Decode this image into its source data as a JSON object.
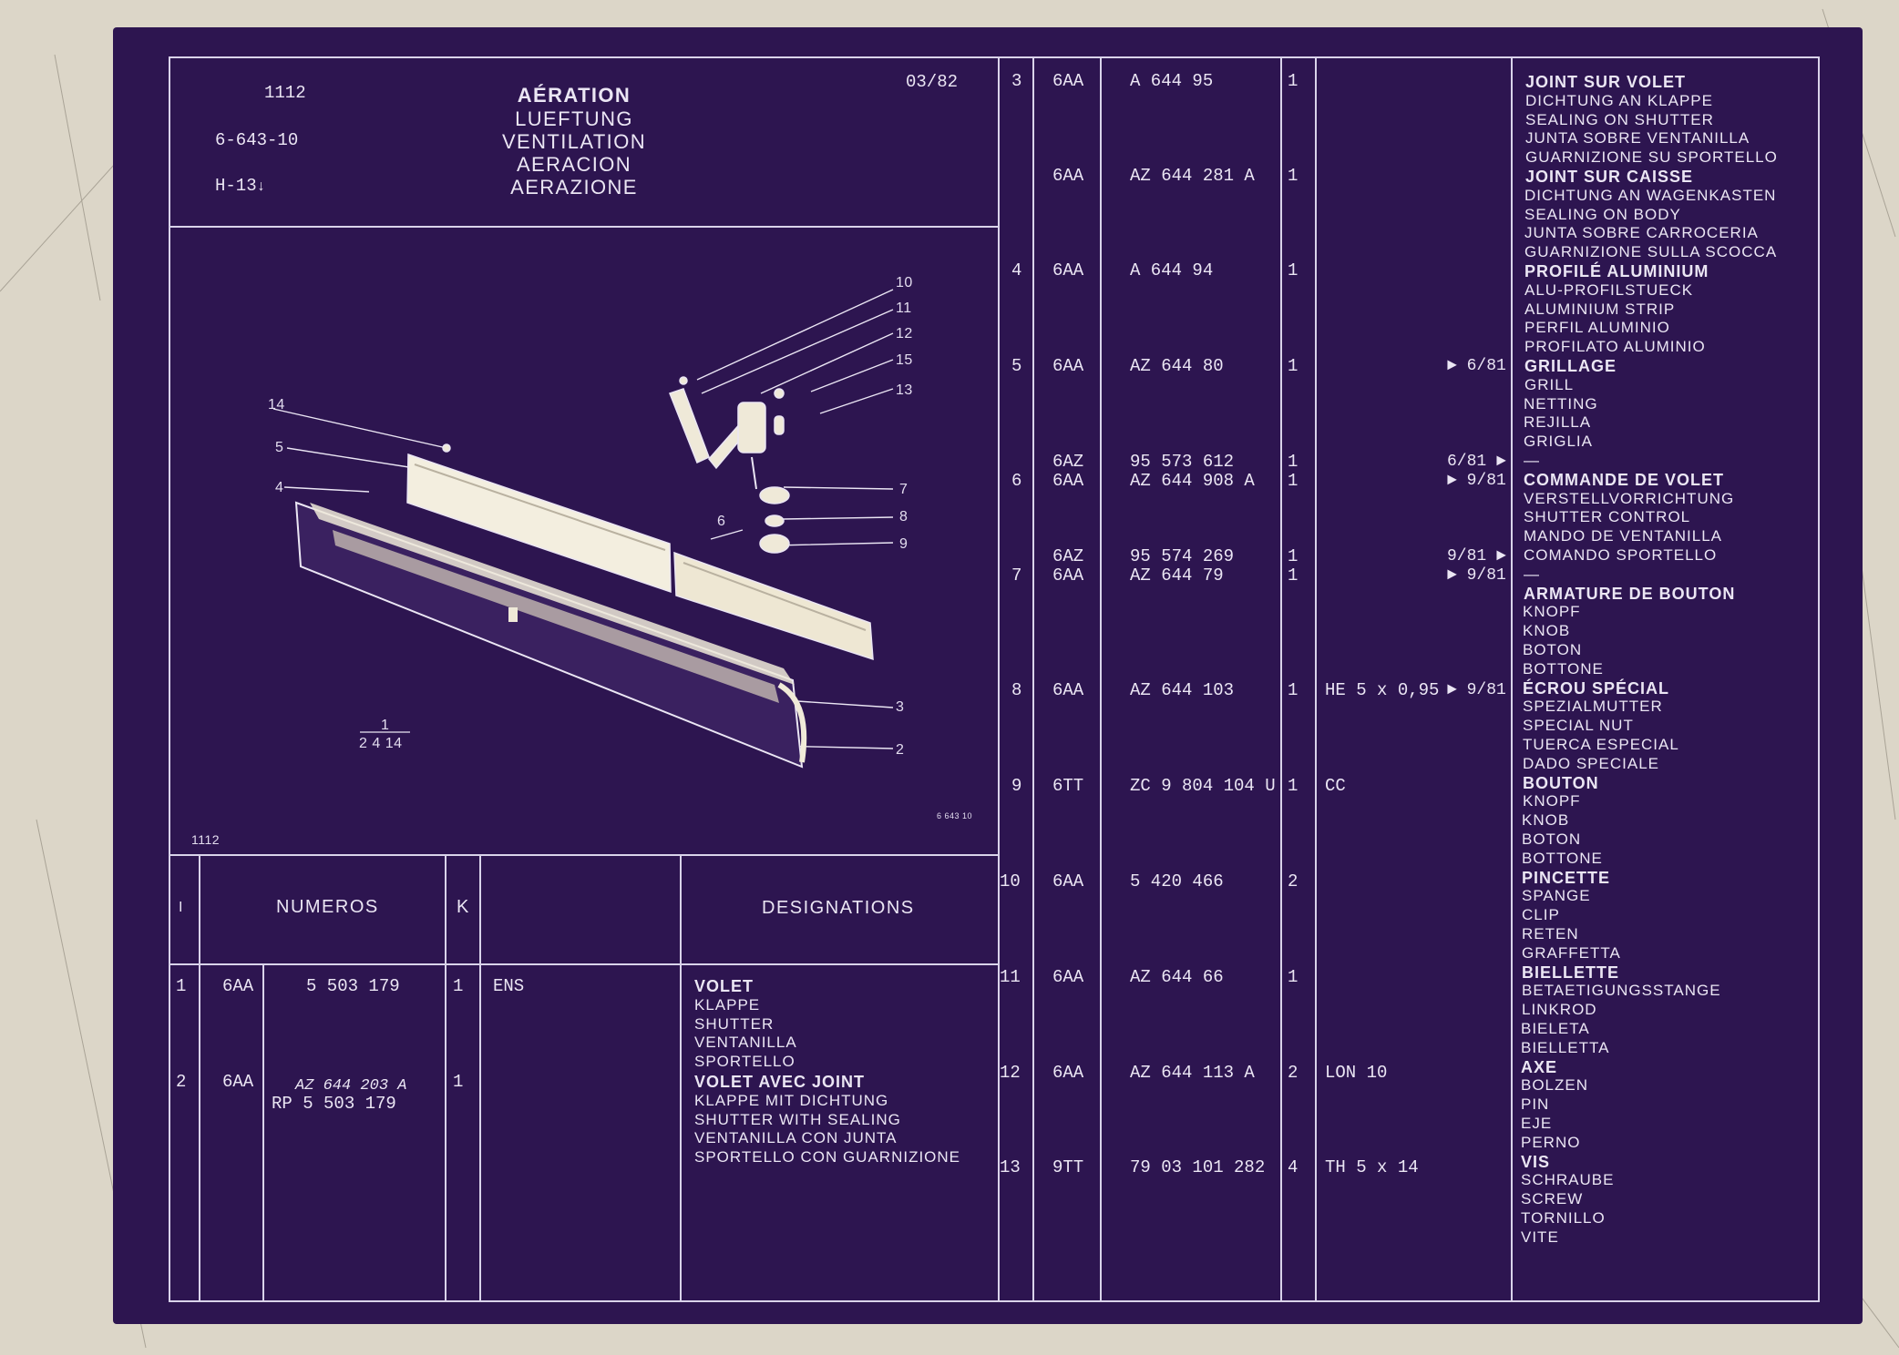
{
  "header": {
    "model": "1112",
    "plate": "6-643-10",
    "ref": "H-13",
    "date": "03/82",
    "titles": [
      "AÉRATION",
      "LUEFTUNG",
      "VENTILATION",
      "AERACION",
      "AERAZIONE"
    ]
  },
  "diagram": {
    "callouts": [
      "10",
      "11",
      "12",
      "15",
      "13",
      "14",
      "5",
      "4",
      "7",
      "8",
      "6",
      "9",
      "3",
      "2"
    ],
    "fraction_num": "1",
    "fraction_den": "2 4 14",
    "footer_model": "1112",
    "plate_ref": "6 643 10"
  },
  "table_header": {
    "col_i": "I",
    "col_numeros": "NUMEROS",
    "col_k": "K",
    "col_designations": "DESIGNATIONS"
  },
  "left_rows": [
    {
      "item": "1",
      "code": "6AA",
      "number": "5 503 179",
      "number2": "",
      "qty": "1",
      "note": "ENS",
      "desc": [
        "VOLET",
        "KLAPPE",
        "SHUTTER",
        "VENTANILLA",
        "SPORTELLO"
      ]
    },
    {
      "item": "2",
      "code": "6AA",
      "number": "AZ 644 203 A",
      "number2": "RP 5 503 179",
      "qty": "1",
      "note": "",
      "desc": [
        "VOLET AVEC JOINT",
        "KLAPPE MIT DICHTUNG",
        "SHUTTER WITH SEALING",
        "VENTANILLA CON JUNTA",
        "SPORTELLO CON GUARNIZIONE"
      ]
    }
  ],
  "right_rows": [
    {
      "item": "3",
      "lines": [
        {
          "code": "6AA",
          "number": "A 644 95",
          "qty": "1",
          "note": "",
          "date": ""
        }
      ]
    },
    {
      "item": "",
      "lines": [
        {
          "code": "6AA",
          "number": "AZ 644 281 A",
          "qty": "1",
          "note": "",
          "date": ""
        }
      ]
    },
    {
      "item": "4",
      "lines": [
        {
          "code": "6AA",
          "number": "A 644 94",
          "qty": "1",
          "note": "",
          "date": ""
        }
      ]
    },
    {
      "item": "5",
      "lines": [
        {
          "code": "6AA",
          "number": "AZ 644 80",
          "qty": "1",
          "note": "",
          "date": "► 6/81"
        }
      ]
    },
    {
      "item": "6",
      "lines": [
        {
          "code": "6AZ",
          "number": "95 573 612",
          "qty": "1",
          "note": "",
          "date": "6/81 ►"
        },
        {
          "code": "6AA",
          "number": "AZ 644 908 A",
          "qty": "1",
          "note": "",
          "date": "► 9/81"
        }
      ]
    },
    {
      "item": "7",
      "lines": [
        {
          "code": "6AZ",
          "number": "95 574 269",
          "qty": "1",
          "note": "",
          "date": "9/81 ►"
        },
        {
          "code": "6AA",
          "number": "AZ 644 79",
          "qty": "1",
          "note": "",
          "date": "► 9/81"
        }
      ]
    },
    {
      "item": "8",
      "lines": [
        {
          "code": "6AA",
          "number": "AZ 644 103",
          "qty": "1",
          "note": "HE 5 x 0,95",
          "date": "► 9/81"
        }
      ]
    },
    {
      "item": "9",
      "lines": [
        {
          "code": "6TT",
          "number": "ZC 9 804 104 U",
          "qty": "1",
          "note": "CC",
          "date": ""
        }
      ]
    },
    {
      "item": "10",
      "lines": [
        {
          "code": "6AA",
          "number": "5 420 466",
          "qty": "2",
          "note": "",
          "date": ""
        }
      ]
    },
    {
      "item": "11",
      "lines": [
        {
          "code": "6AA",
          "number": "AZ 644 66",
          "qty": "1",
          "note": "",
          "date": ""
        }
      ]
    },
    {
      "item": "12",
      "lines": [
        {
          "code": "6AA",
          "number": "AZ 644 113 A",
          "qty": "2",
          "note": "LON 10",
          "date": ""
        }
      ]
    },
    {
      "item": "13",
      "lines": [
        {
          "code": "9TT",
          "number": "79 03 101 282",
          "qty": "4",
          "note": "TH 5 x 14",
          "date": ""
        }
      ]
    }
  ],
  "right_desc": [
    {
      "t": "JOINT SUR VOLET",
      "h": true
    },
    {
      "t": "DICHTUNG AN KLAPPE"
    },
    {
      "t": "SEALING ON SHUTTER"
    },
    {
      "t": "JUNTA SOBRE VENTANILLA"
    },
    {
      "t": "GUARNIZIONE SU SPORTELLO"
    },
    {
      "t": "JOINT SUR CAISSE",
      "h": true
    },
    {
      "t": "DICHTUNG AN WAGENKASTEN"
    },
    {
      "t": "SEALING ON BODY"
    },
    {
      "t": "JUNTA SOBRE CARROCERIA"
    },
    {
      "t": "GUARNIZIONE SULLA SCOCCA"
    },
    {
      "t": "PROFILÉ ALUMINIUM",
      "h": true
    },
    {
      "t": "ALU-PROFILSTUECK"
    },
    {
      "t": "ALUMINIUM STRIP"
    },
    {
      "t": "PERFIL ALUMINIO"
    },
    {
      "t": "PROFILATO ALUMINIO"
    },
    {
      "t": "GRILLAGE",
      "h": true
    },
    {
      "t": "GRILL"
    },
    {
      "t": "NETTING"
    },
    {
      "t": "REJILLA"
    },
    {
      "t": "GRIGLIA"
    },
    {
      "t": "—"
    },
    {
      "t": "COMMANDE DE VOLET",
      "h": true
    },
    {
      "t": "VERSTELLVORRICHTUNG"
    },
    {
      "t": "SHUTTER CONTROL"
    },
    {
      "t": "MANDO DE VENTANILLA"
    },
    {
      "t": "COMANDO SPORTELLO"
    },
    {
      "t": "—"
    },
    {
      "t": "ARMATURE DE BOUTON",
      "h": true
    },
    {
      "t": "KNOPF"
    },
    {
      "t": "KNOB"
    },
    {
      "t": "BOTON"
    },
    {
      "t": "BOTTONE"
    },
    {
      "t": "ÉCROU SPÉCIAL",
      "h": true
    },
    {
      "t": "SPEZIALMUTTER"
    },
    {
      "t": "SPECIAL NUT"
    },
    {
      "t": "TUERCA ESPECIAL"
    },
    {
      "t": "DADO SPECIALE"
    },
    {
      "t": "BOUTON",
      "h": true
    },
    {
      "t": "KNOPF"
    },
    {
      "t": "KNOB"
    },
    {
      "t": "BOTON"
    },
    {
      "t": "BOTTONE"
    },
    {
      "t": "PINCETTE",
      "h": true
    },
    {
      "t": "SPANGE"
    },
    {
      "t": "CLIP"
    },
    {
      "t": "RETEN"
    },
    {
      "t": "GRAFFETTA"
    },
    {
      "t": "BIELLETTE",
      "h": true
    },
    {
      "t": "BETAETIGUNGSSTANGE"
    },
    {
      "t": "LINKROD"
    },
    {
      "t": "BIELETA"
    },
    {
      "t": "BIELLETTA"
    },
    {
      "t": "AXE",
      "h": true
    },
    {
      "t": "BOLZEN"
    },
    {
      "t": "PIN"
    },
    {
      "t": "EJE"
    },
    {
      "t": "PERNO"
    },
    {
      "t": "VIS",
      "h": true
    },
    {
      "t": "SCHRAUBE"
    },
    {
      "t": "SCREW"
    },
    {
      "t": "TORNILLO"
    },
    {
      "t": "VITE"
    }
  ],
  "colors": {
    "sheet": "#2d1550",
    "ink": "#ebe6f4",
    "lines": "#d9d3ea",
    "background": "#dcd6c8"
  },
  "icons": {
    "ref_arrow": "down-arrow-icon",
    "date_marker": "triangle-marker-icon"
  }
}
